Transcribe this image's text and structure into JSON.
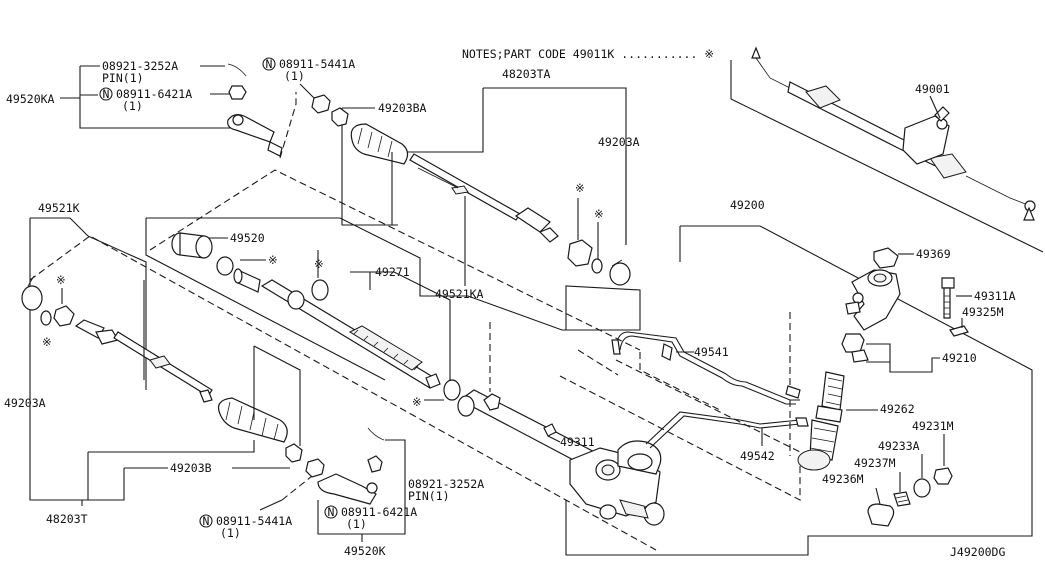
{
  "notes": "NOTES;PART CODE  49011K ........... ※",
  "diagram_code": "J49200DG",
  "labels": {
    "p49520KA": "49520KA",
    "p08921_top": "08921-3252A",
    "pin_top": "PIN(1)",
    "n08911_6421_top": "08911-6421A",
    "qty_6421_top": "(1)",
    "n08911_5441_top": "08911-5441A",
    "qty_5441_top": "(1)",
    "p48203TA": "48203TA",
    "p49203BA": "49203BA",
    "p49203A_top": "49203A",
    "p49001": "49001",
    "p49521K": "49521K",
    "p49520": "49520",
    "p49271": "49271",
    "p49521KA": "49521KA",
    "p49200": "49200",
    "p49369": "49369",
    "p49311A": "49311A",
    "p49325M": "49325M",
    "p49210": "49210",
    "p49541": "49541",
    "p49311": "49311",
    "p49542": "49542",
    "p49262": "49262",
    "p49231M": "49231M",
    "p49233A": "49233A",
    "p49237M": "49237M",
    "p49236M": "49236M",
    "p49203A_left": "49203A",
    "p49203B": "49203B",
    "p48203T": "48203T",
    "n08911_5441_bot": "08911-5441A",
    "qty_5441_bot": "(1)",
    "p08921_bot": "08921-3252A",
    "pin_bot": "PIN(1)",
    "n08911_6421_bot": "08911-6421A",
    "qty_6421_bot": "(1)",
    "p49520K": "49520K"
  },
  "circled_prefix": "N",
  "reference_mark": "※"
}
